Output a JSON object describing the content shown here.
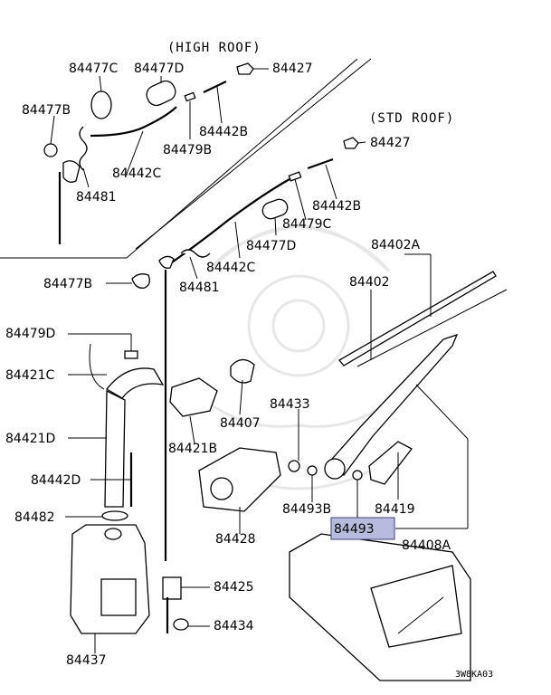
{
  "notes": {
    "high_roof": "(HIGH ROOF)",
    "std_roof": "(STD ROOF)"
  },
  "diagram_code": "3W8KA03",
  "highlight_color": "#b7bcdf",
  "parts": {
    "p84477C": "84477C",
    "p84477D_high": "84477D",
    "p84427_high": "84427",
    "p84477B_high": "84477B",
    "p84442B_high": "84442B",
    "p84479B": "84479B",
    "p84442C_high": "84442C",
    "p84481_high": "84481",
    "p84427_std": "84427",
    "p84442B_std": "84442B",
    "p84479C": "84479C",
    "p84477D_std": "84477D",
    "p84442C_std": "84442C",
    "p84477B_std": "84477B",
    "p84481_std": "84481",
    "p84402A": "84402A",
    "p84402": "84402",
    "p84479D": "84479D",
    "p84421C": "84421C",
    "p84433": "84433",
    "p84407": "84407",
    "p84421D": "84421D",
    "p84421B": "84421B",
    "p84442D": "84442D",
    "p84493B": "84493B",
    "p84419": "84419",
    "p84482": "84482",
    "p84493": "84493",
    "p84408A": "84408A",
    "p84428": "84428",
    "p84425": "84425",
    "p84434": "84434",
    "p84437": "84437"
  }
}
